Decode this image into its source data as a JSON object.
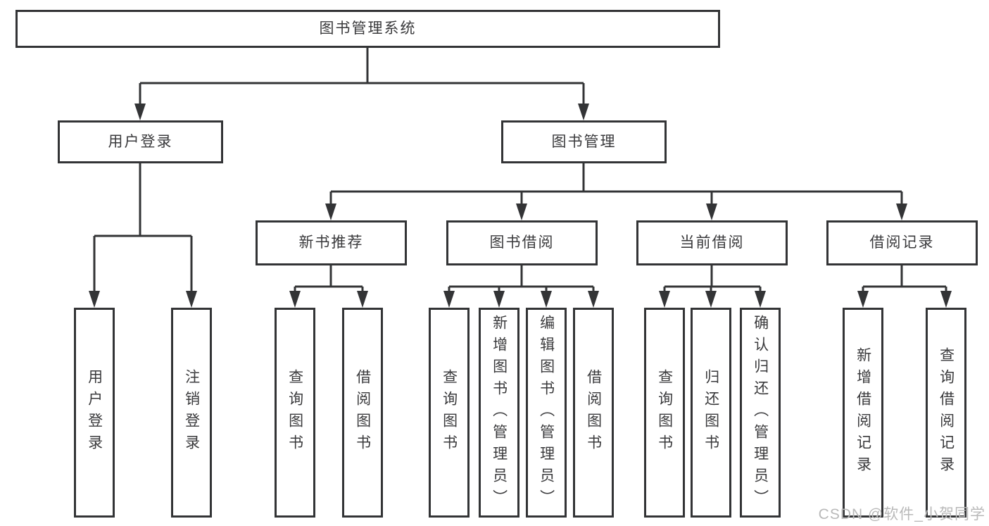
{
  "diagram_type": "hierarchy-tree",
  "colors": {
    "background": "#ffffff",
    "line": "#333436",
    "box_border": "#333436",
    "text": "#3a3a3c",
    "watermark_text": "#b9b9b9"
  },
  "tree": {
    "label": "图书管理系统",
    "children": [
      {
        "label": "用户登录",
        "children": [
          {
            "label": "用户登录"
          },
          {
            "label": "注销登录"
          }
        ]
      },
      {
        "label": "图书管理",
        "children": [
          {
            "label": "新书推荐",
            "children": [
              {
                "label": "查询图书"
              },
              {
                "label": "借阅图书"
              }
            ]
          },
          {
            "label": "图书借阅",
            "children": [
              {
                "label": "查询图书"
              },
              {
                "label": "新增图书（管理员）"
              },
              {
                "label": "编辑图书（管理员）"
              },
              {
                "label": "借阅图书"
              }
            ]
          },
          {
            "label": "当前借阅",
            "children": [
              {
                "label": "查询图书"
              },
              {
                "label": "归还图书"
              },
              {
                "label": "确认归还（管理员）"
              }
            ]
          },
          {
            "label": "借阅记录",
            "children": [
              {
                "label": "新增借阅记录"
              },
              {
                "label": "查询借阅记录"
              }
            ]
          }
        ]
      }
    ]
  },
  "watermark": {
    "text": "CSDN @软件_小贺同学"
  }
}
